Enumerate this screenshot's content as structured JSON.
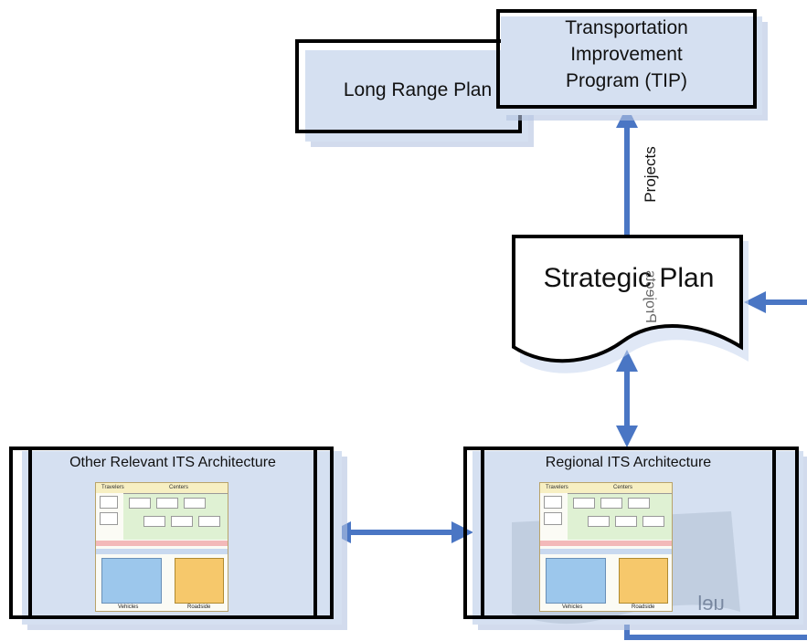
{
  "nodes": {
    "long_range_plan": "Long Range Plan",
    "tip": [
      "Transportation",
      "Improvement",
      "Program (TIP)"
    ],
    "strategic_plan": "Strategic Plan",
    "other_arch": "Other Relevant ITS Architecture",
    "regional_arch": "Regional ITS Architecture"
  },
  "edges": {
    "projects": "Projects",
    "projects_mirrored": "Projects"
  },
  "thumbnail": {
    "travelers": "Travelers",
    "centers": "Centers",
    "vehicles": "Vehicles",
    "field": "Roadside"
  },
  "colors": {
    "arrow": "#4a76c4",
    "box_fill": "#d5e0f1",
    "border": "#000000"
  }
}
